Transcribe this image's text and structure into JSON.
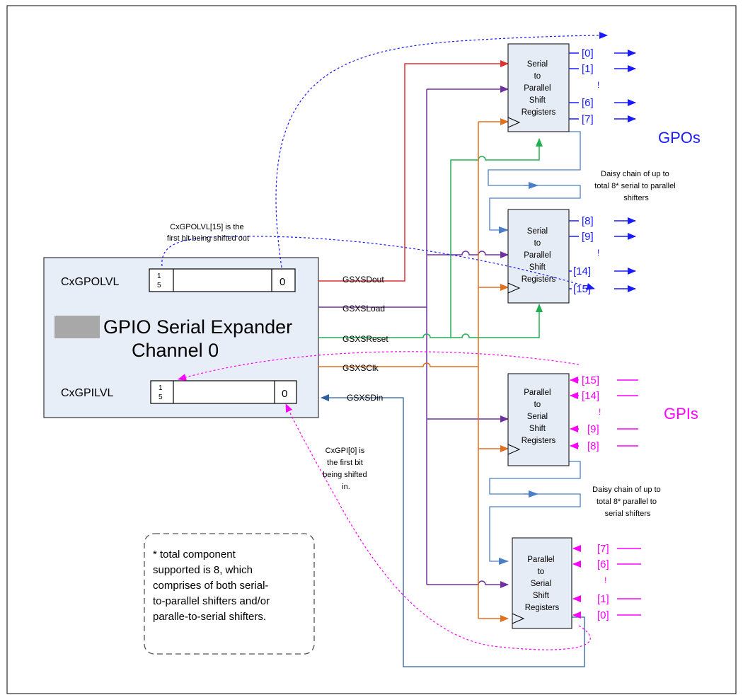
{
  "colors": {
    "red": "#e03030",
    "purple": "#7030a0",
    "green": "#20b050",
    "orange": "#e07020",
    "steel": "#2f5f9f",
    "blue": "#1a1aff",
    "magenta": "#ff00ff",
    "box_fill": "#e8eef8",
    "block_fill": "#e6ecf6"
  },
  "expander": {
    "title_line1": "GPIO Serial Expander",
    "title_line2": "Channel 0",
    "gpolvl_label": "CxGPOLVL",
    "gpilvl_label": "CxGPILVL",
    "reg_bit15_a": "1",
    "reg_bit15_b": "5",
    "reg_bit0": "0"
  },
  "signals": {
    "dout": "GSXSDout",
    "load": "GSXSLoad",
    "reset": "GSXSReset",
    "clk": "GSXSClk",
    "din": "GSXSDin"
  },
  "blocks": {
    "sipo": [
      "Serial",
      "to",
      "Parallel",
      "Shift",
      "Registers"
    ],
    "piso": [
      "Parallel",
      "to",
      "Serial",
      "Shift",
      "Registers"
    ]
  },
  "outputs": {
    "block1": [
      "[0]",
      "[1]",
      "[6]",
      "[7]"
    ],
    "block2": [
      "[8]",
      "[9]",
      "[14]",
      "[15]"
    ]
  },
  "inputs": {
    "block3": [
      "[15]",
      "[14]",
      "[9]",
      "[8]"
    ],
    "block4": [
      "[7]",
      "[6]",
      "[1]",
      "[0]"
    ]
  },
  "ellipsis": "!",
  "group_labels": {
    "gpos": "GPOs",
    "gpis": "GPIs"
  },
  "annotations": {
    "gpo_first_bit": [
      "CxGPOLVL[15] is the",
      "first bit being shifted out"
    ],
    "gpi_first_bit": [
      "CxGPI[0] is",
      "the first bit",
      "being shifted",
      "in."
    ],
    "daisy_gpo": [
      "Daisy chain of up to",
      "total 8* serial to parallel",
      "shifters"
    ],
    "daisy_gpi": [
      "Daisy chain of  up to",
      "total 8* parallel to",
      "serial shifters"
    ]
  },
  "footnote": [
    "* total component",
    "supported is 8, which",
    "comprises of both serial-",
    "to-parallel shifters and/or",
    "paralle-to-serial shifters."
  ]
}
